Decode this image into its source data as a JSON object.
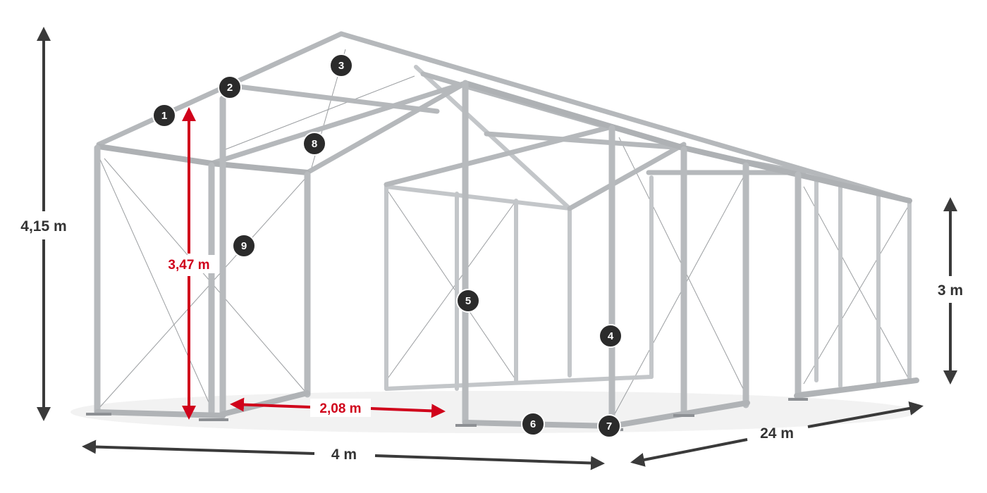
{
  "dimensions": {
    "total_height": "4,15 m",
    "side_height": "3 m",
    "gate_height": "3,47 m",
    "gate_width": "2,08 m",
    "width": "4 m",
    "length": "24 m"
  },
  "callouts": [
    "1",
    "2",
    "3",
    "4",
    "5",
    "6",
    "7",
    "8",
    "9"
  ],
  "colors": {
    "frame": "#b5b8bb",
    "frame_dark": "#8d9094",
    "arrow_dark": "#3a3a3a",
    "arrow_red": "#d0021b",
    "badge": "#2b2b2b"
  }
}
